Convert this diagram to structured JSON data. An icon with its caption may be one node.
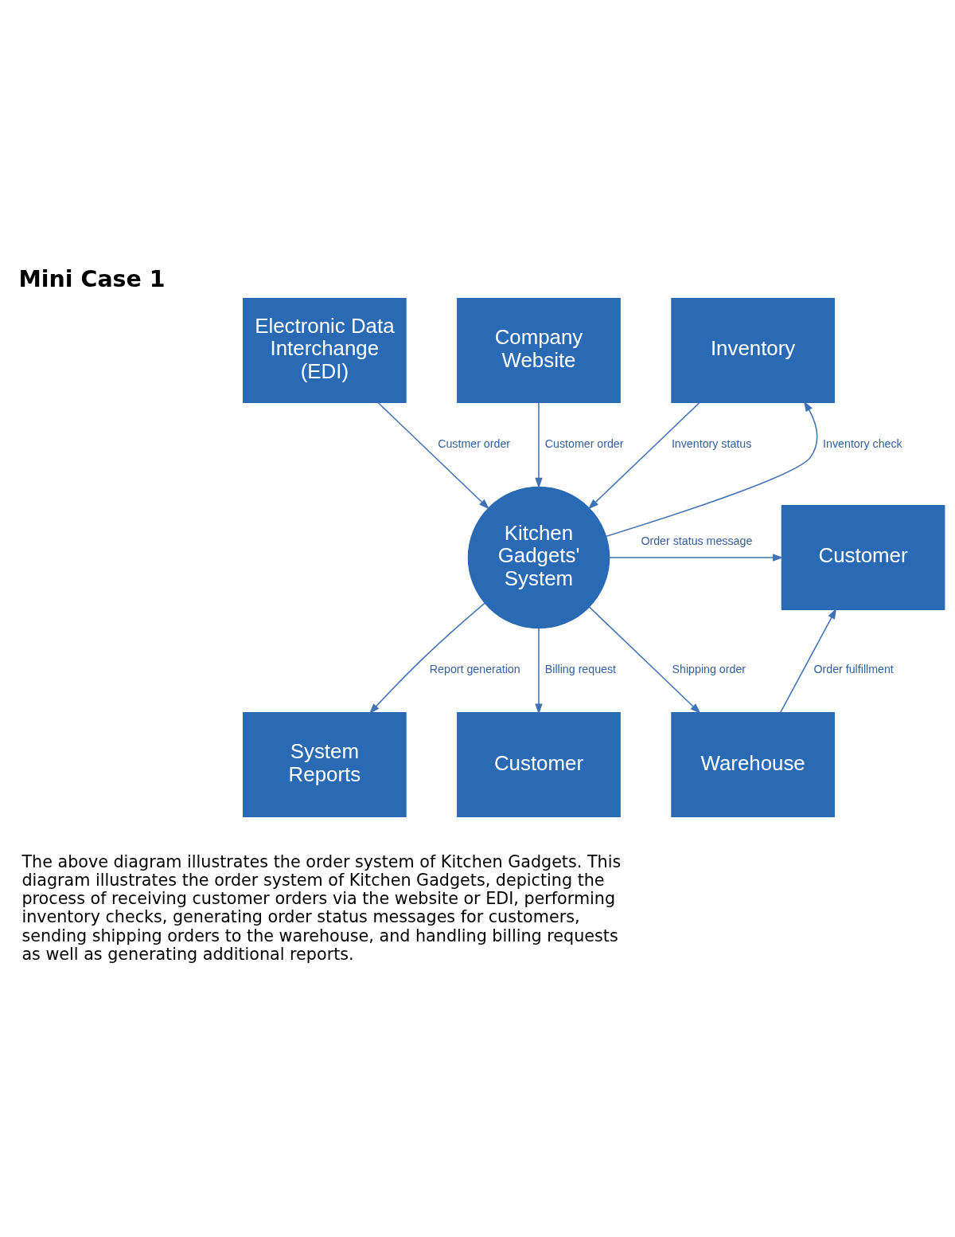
{
  "diagram": {
    "title": "Mini Case 1",
    "caption": "The above diagram illustrates the order system of Kitchen Gadgets. This diagram illustrates the order system of Kitchen Gadgets, depicting the process of receiving customer orders via the website or EDI, performing inventory checks, generating order status messages for customers, sending shipping orders to the warehouse, and handling billing requests as well as generating additional reports.",
    "nodes": [
      {
        "text": [
          "Company Website"
        ]
      },
      {
        "text": [
          "Inventory"
        ]
      },
      {
        "text": [
          "Electronic Data Interchange (EDI)"
        ]
      },
      {
        "text": [
          "Kitchen Gadgets' System"
        ]
      },
      {
        "text": [
          "Customer"
        ]
      },
      {
        "text": [
          "Warehouse"
        ]
      },
      {
        "text": [
          "System Reports"
        ]
      },
      {
        "text": [
          "Customer"
        ]
      }
    ],
    "edges": [
      {
        "from": 0,
        "to": 3,
        "arrow": "to",
        "label": "Customer order"
      },
      {
        "from": 3,
        "to": 1,
        "arrow": "to",
        "label": "Inventory check"
      },
      {
        "from": 1,
        "to": 3,
        "arrow": "to",
        "label": "Inventory status"
      },
      {
        "from": 2,
        "to": 3,
        "arrow": "to",
        "label": "Custmer order"
      },
      {
        "from": 3,
        "to": 4,
        "arrow": "to",
        "label": "Order status message"
      },
      {
        "from": 5,
        "to": 4,
        "arrow": "to",
        "label": "Order fulfillment"
      },
      {
        "from": 3,
        "to": 6,
        "arrow": "to",
        "label": "Report generation"
      },
      {
        "from": 3,
        "to": 5,
        "arrow": "to",
        "label": "Shipping order"
      },
      {
        "from": 3,
        "to": 7,
        "arrow": "to",
        "label": "Billing request"
      }
    ]
  }
}
